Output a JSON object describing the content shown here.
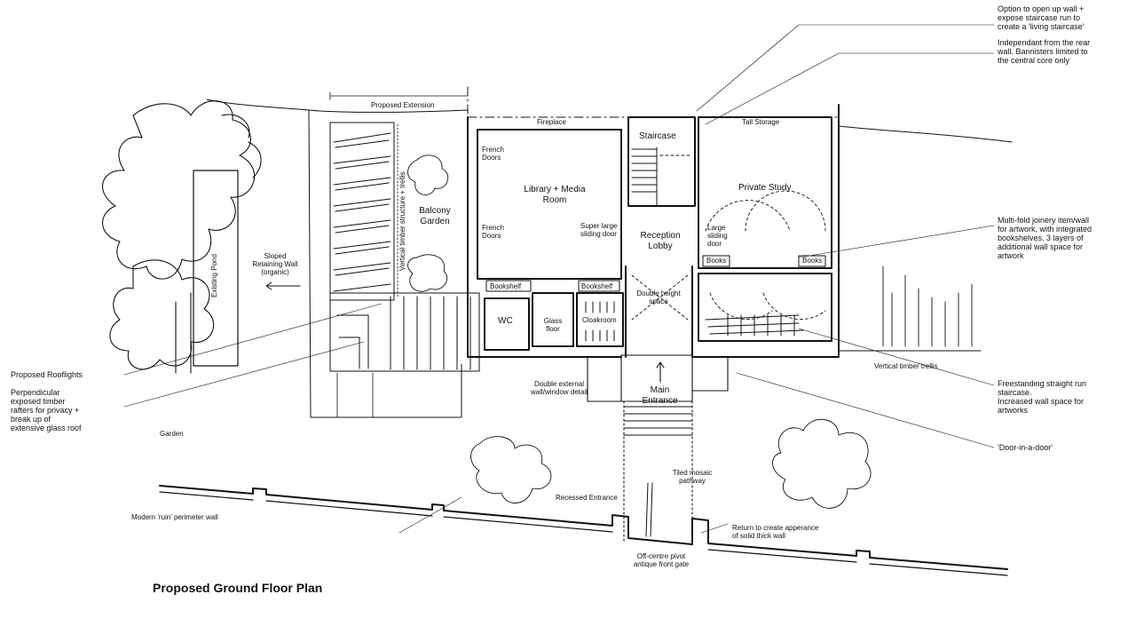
{
  "title": "Proposed Ground Floor Plan",
  "rooms": {
    "library": "Library + Media\nRoom",
    "staircase": "Staircase",
    "private_study": "Private Study",
    "reception_lobby": "Reception\nLobby",
    "wc": "WC",
    "cloakroom": "Cloakroom",
    "main_entrance": "Main\nEntrance",
    "balcony_garden": "Balcony\nGarden"
  },
  "labels": {
    "proposed_extension": "Proposed Extension",
    "fireplace": "Fireplace",
    "tall_storage": "Tall Storage",
    "french_doors_1": "French\nDoors",
    "french_doors_2": "French\nDoors",
    "sliding_door": "Super large\nsliding door",
    "large_sliding_door": "Large\nsliding\ndoor",
    "bookshelf_1": "Bookshelf",
    "bookshelf_2": "Bookshelf",
    "books_1": "Books",
    "books_2": "Books",
    "glass_floor": "Glass\nfloor",
    "double_height": "Double height\nspace",
    "double_external": "Double external\nwall/window detail",
    "sloped_wall": "Sloped\nRetaining Wall\n(organic)",
    "existing_pond": "Existing Pond",
    "vertical_timber_structure": "Vertical timber structure + trellis",
    "vertical_timber_trellis": "Vertical timber trellis",
    "garden": "Garden",
    "tiled_pathway": "Tiled mosaic\npathway",
    "recessed_entrance": "Recessed Entrance",
    "ruin_wall": "Modern 'ruin' perimeter wall",
    "return_wall": "Return to create apperance\nof solid thick wall",
    "pivot_gate": "Off-centre pivot\nantique front gate"
  },
  "annotations": {
    "living_staircase": "Option to open up wall +\nexpose staircase run to\ncreate a 'living staircase'",
    "independent": "Independant from the rear\nwall. Bannisters limited to\nthe central core only",
    "multifold": "Multi-fold joinery item/wall\nfor artwork, with integrated\nbookshelves. 3 layers of\nadditional wall space for\nartwork",
    "freestanding": "Freestanding straight run\nstaircase.\nIncreased wall space for\nartworks",
    "door_in_door": "'Door-in-a-door'",
    "rooflights": "Proposed Rooflights",
    "perpendicular": "Perpendicular\nexposed timber\nrafters for privacy +\nbreak up of\nextensive glass roof"
  }
}
